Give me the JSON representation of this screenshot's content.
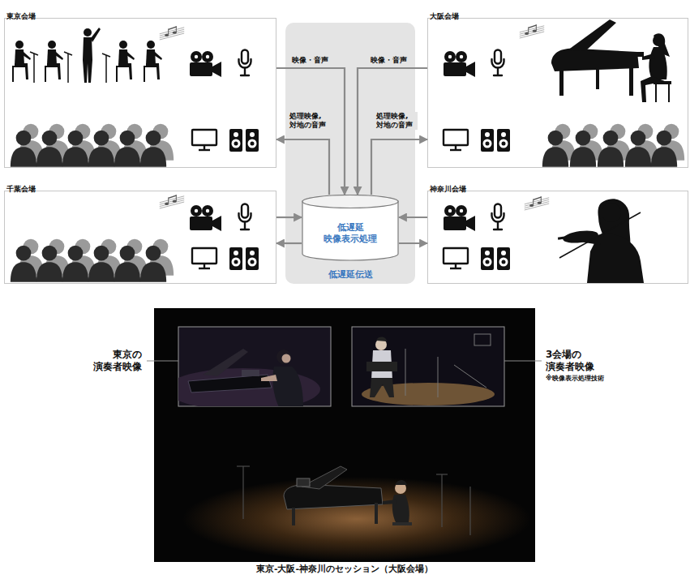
{
  "diagram": {
    "caption": "東京-大阪-神奈川のセッション（大阪会場）",
    "nodes": [
      {
        "text": [
          "東京会場"
        ]
      },
      {
        "text": [
          "低遅延伝送"
        ]
      },
      {
        "text": [
          "低遅延 映像表示処理"
        ],
        "in": 1
      },
      {
        "text": [
          "大阪会場"
        ]
      },
      {
        "text": [
          "千葉会場"
        ]
      },
      {
        "text": [
          "神奈川会場"
        ]
      }
    ],
    "edges": [
      {
        "from": 0,
        "to": 2,
        "label": "映像・音声",
        "arrow": "to"
      },
      {
        "from": 2,
        "to": 0,
        "label": "処理映像, 対地の音声",
        "arrow": "to"
      },
      {
        "from": 3,
        "to": 2,
        "label": "映像・音声",
        "arrow": "to"
      },
      {
        "from": 2,
        "to": 3,
        "label": "処理映像, 対地の音声",
        "arrow": "to"
      },
      {
        "from": 4,
        "to": 2,
        "arrow": "to"
      },
      {
        "from": 2,
        "to": 4,
        "arrow": "to"
      },
      {
        "from": 5,
        "to": 2,
        "arrow": "to"
      },
      {
        "from": 2,
        "to": 5,
        "arrow": "to"
      }
    ],
    "labels": [
      "東京の 演奏者映像",
      "3会場の 演奏者映像",
      "※映像表示処理技術"
    ]
  }
}
